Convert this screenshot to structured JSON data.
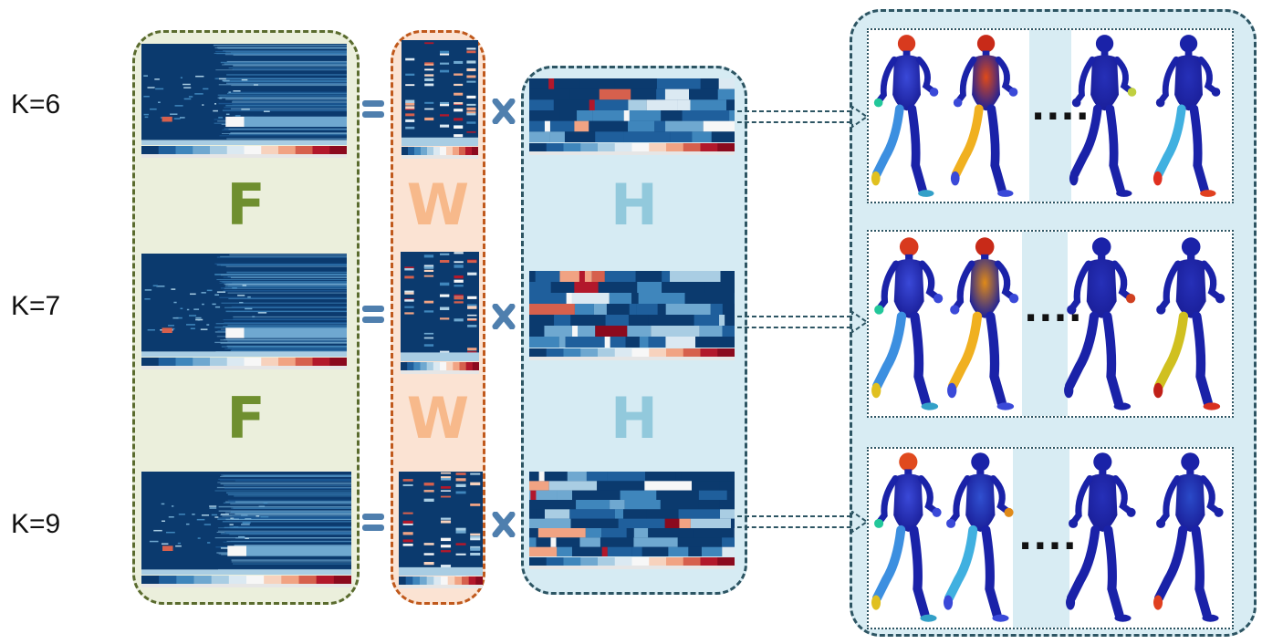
{
  "rows": [
    {
      "k_label": "K=6"
    },
    {
      "k_label": "K=7"
    },
    {
      "k_label": "K=9"
    }
  ],
  "matrix_letters": {
    "f": "F",
    "w": "W",
    "h": "H"
  },
  "operators": {
    "equals": "=",
    "times": "x"
  },
  "ellipsis": "....",
  "colors": {
    "f_panel_fill": "#ebefdc",
    "f_panel_border": "#5a6b2e",
    "f_letter": "#6f8f2f",
    "w_panel_fill": "#fbe3d3",
    "w_panel_border": "#c0591c",
    "w_letter": "#f7b98b",
    "h_panel_fill": "#d6ebf3",
    "h_panel_border": "#2d5563",
    "h_letter": "#92c9dc",
    "operator": "#4f7fae",
    "heatmap_low": "#0b3a6e",
    "heatmap_mid": "#f7f7f7",
    "heatmap_high": "#8b0a1e"
  },
  "icons": [
    "equals-sign-icon",
    "multiply-sign-icon",
    "dashed-arrow-icon",
    "body-figure-icon"
  ]
}
